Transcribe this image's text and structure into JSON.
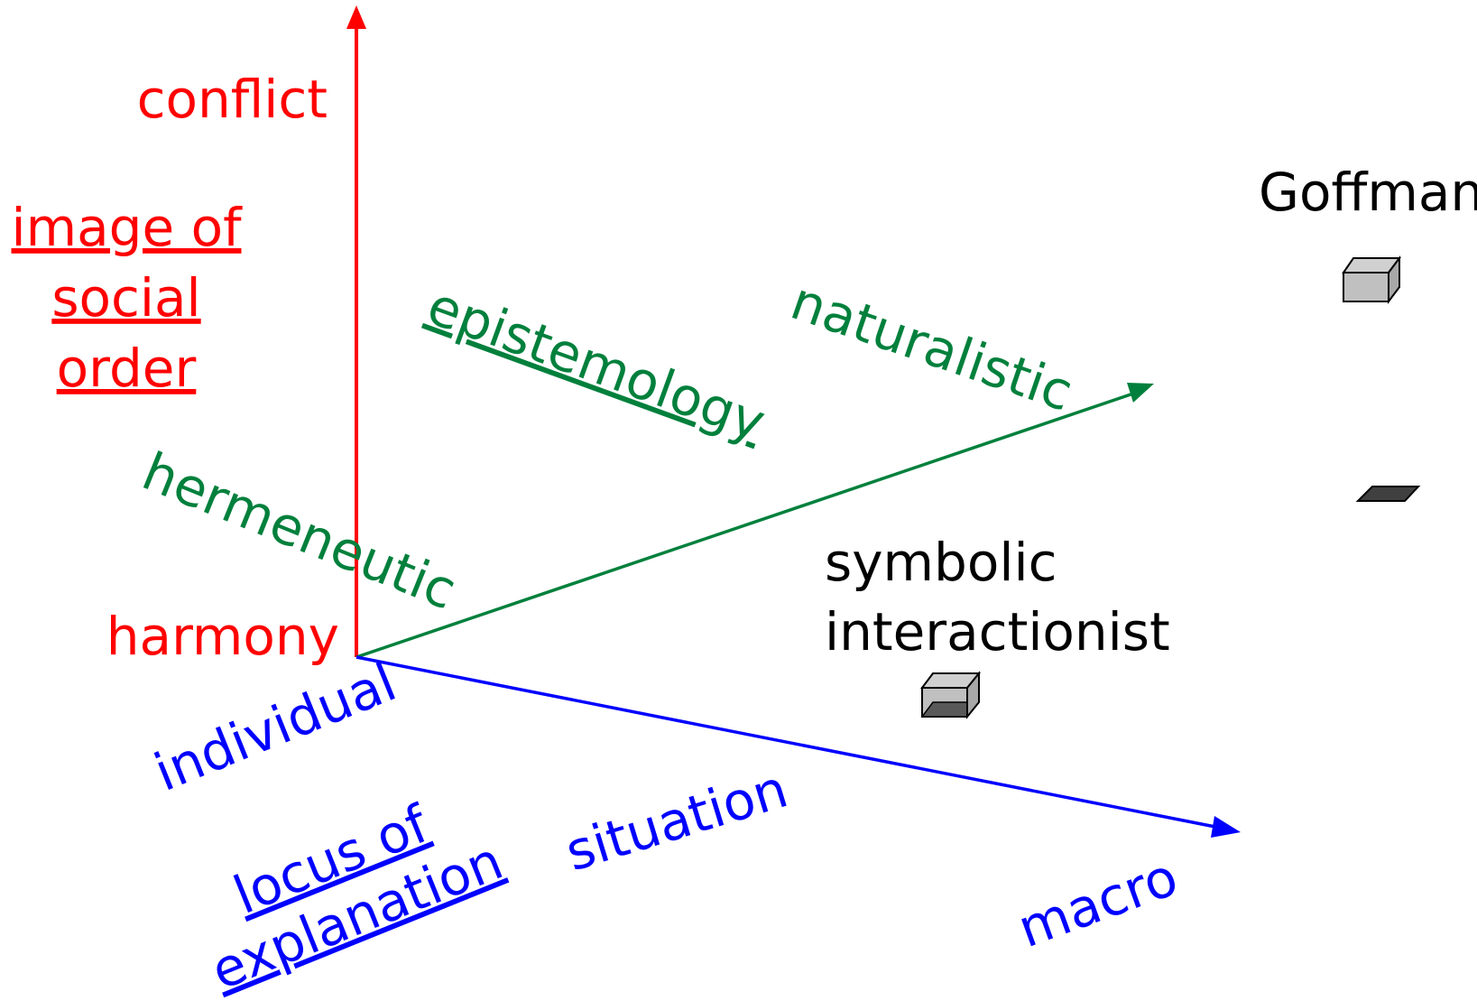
{
  "colors": {
    "vertical_axis": "#ff0000",
    "depth_axis": "#00803c",
    "horizontal_axis": "#0000ff",
    "text_black": "#000000",
    "box_fill": "#c0c0c0",
    "box_dark": "#404040"
  },
  "vertical_axis": {
    "top_label": "conflict",
    "bottom_label": "harmony",
    "title_lines": [
      "image of",
      "social",
      "order"
    ]
  },
  "depth_axis": {
    "near_label": "hermeneutic",
    "far_label": "naturalistic",
    "title": "epistemology"
  },
  "horizontal_axis": {
    "near_label": "individual",
    "middle_label": "situation",
    "far_label": "macro",
    "title_lines": [
      "locus of",
      "explanation"
    ]
  },
  "points": {
    "goffman": {
      "label": "Goffman"
    },
    "symbolic_interactionist": {
      "label_lines": [
        "symbolic",
        "interactionist"
      ]
    }
  }
}
